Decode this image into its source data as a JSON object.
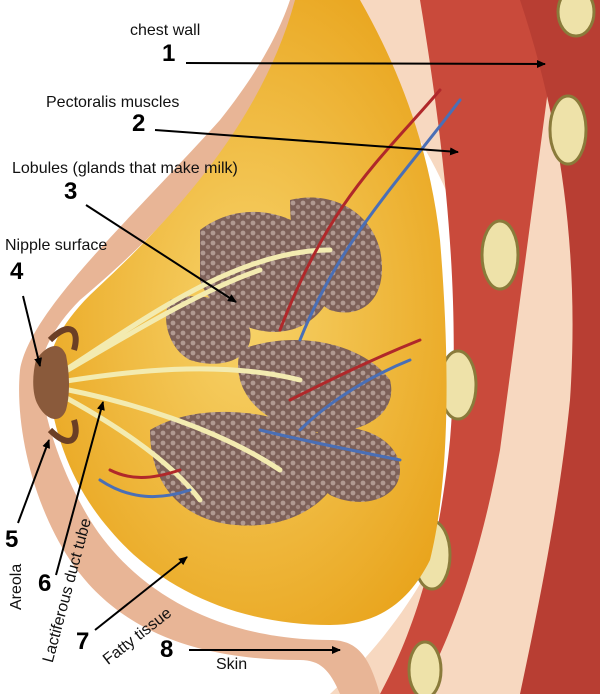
{
  "labels": [
    {
      "number": "1",
      "text": "chest wall"
    },
    {
      "number": "2",
      "text": "Pectoralis muscles"
    },
    {
      "number": "3",
      "text": "Lobules (glands that make milk)"
    },
    {
      "number": "4",
      "text": "Nipple surface"
    },
    {
      "number": "5",
      "text": "Areola"
    },
    {
      "number": "6",
      "text": "Lactiferous duct tube"
    },
    {
      "number": "7",
      "text": "Fatty tissue"
    },
    {
      "number": "8",
      "text": "Skin"
    }
  ],
  "colors": {
    "skin": "#f4ccae",
    "chest_wall": "#f6d7bf",
    "muscle": "#c9483a",
    "fat": "#f2b431",
    "lobule": "#8c7168",
    "duct": "#f1e7a2",
    "vein": "#4a6fb6",
    "artery": "#b0282a"
  }
}
